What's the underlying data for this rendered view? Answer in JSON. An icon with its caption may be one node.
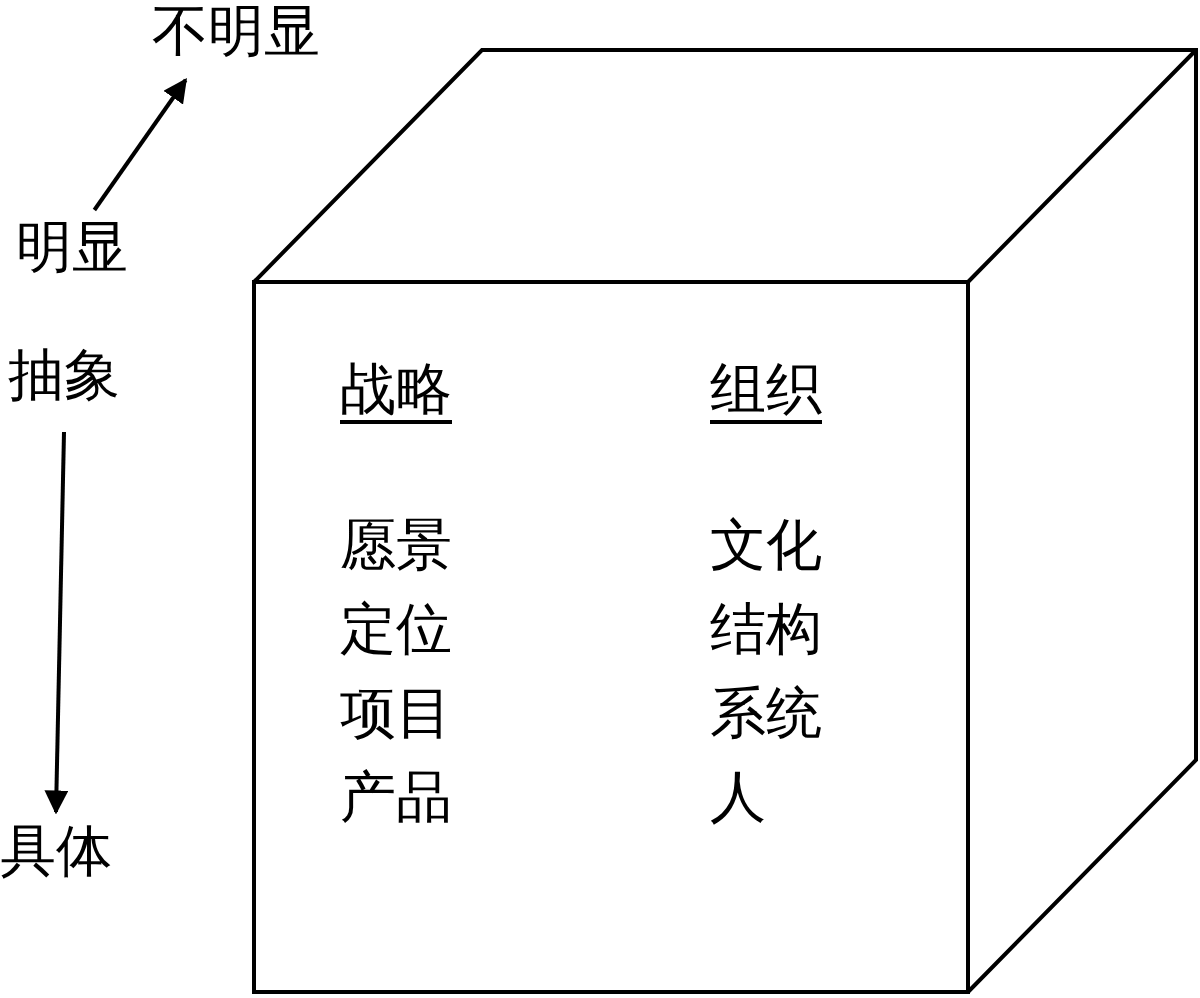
{
  "diagram": {
    "nodes": [
      {
        "text": [
          "不明显"
        ]
      },
      {
        "text": [
          "明显"
        ]
      },
      {
        "text": [
          "抽象"
        ]
      },
      {
        "text": [
          "具体"
        ]
      },
      {
        "text": [
          "战略",
          "组织",
          "愿景",
          "文化",
          "定位",
          "结构",
          "项目",
          "系统",
          "产品",
          "人"
        ]
      }
    ],
    "edges": [
      {
        "from": 1,
        "to": 0,
        "arrow": "to"
      },
      {
        "from": 2,
        "to": 3,
        "arrow": "to"
      }
    ]
  }
}
